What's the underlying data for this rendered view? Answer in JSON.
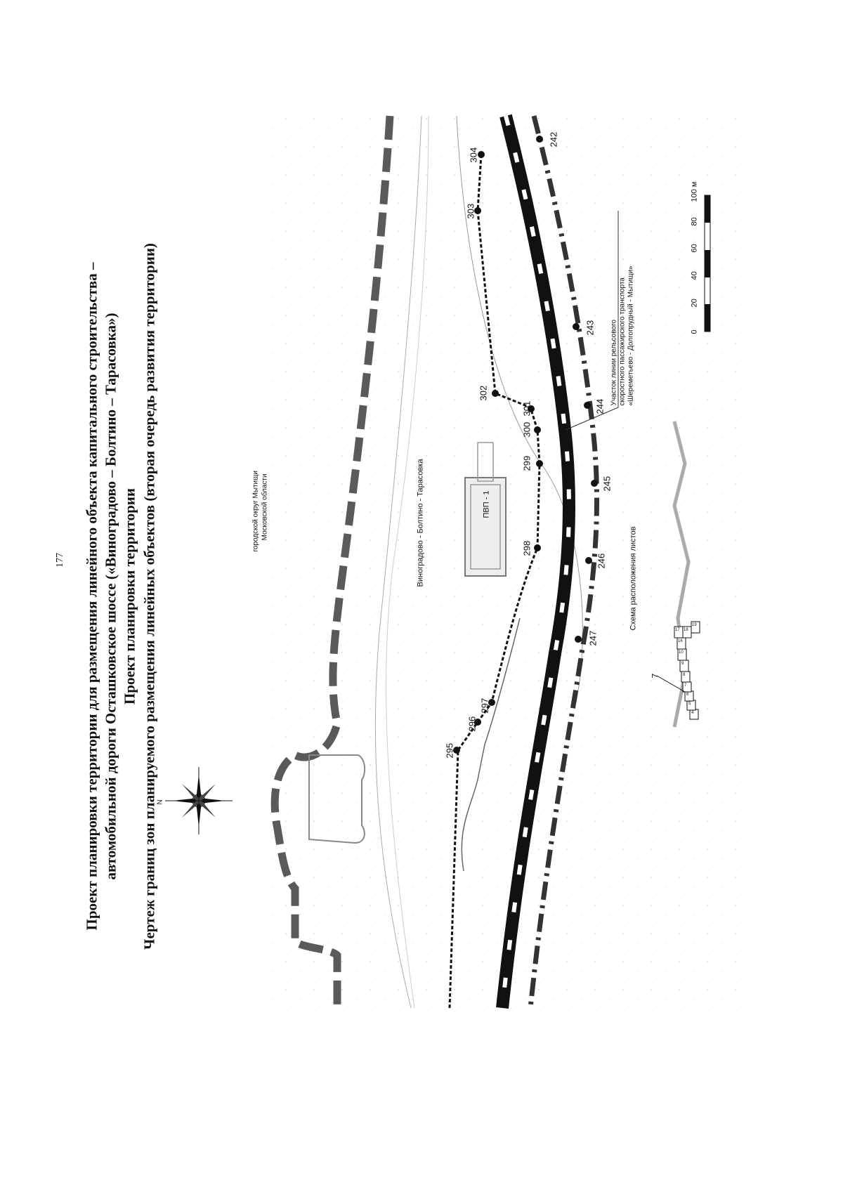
{
  "page_number": "177",
  "title": {
    "line1": "Проект планировки территории для размещения линейного объекта капитального строительства –",
    "line2": "автомобильной дороги Осташковское шоссе («Виноградово – Болтино – Тарасовка»)",
    "line3": "Проект планировки территории",
    "line4": "Чертеж границ зон планируемого размещения линейных объектов (вторая очередь развития территории)"
  },
  "compass": {
    "north_label": "N",
    "icon": "compass-rose-icon"
  },
  "labels": {
    "district_line1": "городской округ Мытищи",
    "district_line2": "Московской области",
    "road_name": "Виноградово - Болтино - Тарасовка",
    "pvp": "ПВП - 1",
    "rail_line1": "Участок линии рельсового",
    "rail_line2": "скоростного пассажирского транспорта",
    "rail_line3": "«Шереметьево - Долгопрудный - Мытищи»",
    "sheet_scheme": "Схема расположения листов",
    "sheet_current": "7"
  },
  "road_points": [
    "295",
    "296",
    "297",
    "298",
    "299",
    "300",
    "301",
    "302",
    "303",
    "304"
  ],
  "rail_points": [
    "242",
    "243",
    "244",
    "245",
    "246",
    "247"
  ],
  "sheet_numbers": [
    "4",
    "5",
    "6",
    "7",
    "8",
    "9",
    "10",
    "16",
    "17",
    "18",
    "19"
  ],
  "scale_bar": {
    "ticks": [
      "0",
      "20",
      "40",
      "60",
      "80",
      "100 м"
    ]
  },
  "colors": {
    "boundary": "#5a5a5a",
    "road": "#111111",
    "rail": "#222222",
    "background": "#ffffff"
  }
}
